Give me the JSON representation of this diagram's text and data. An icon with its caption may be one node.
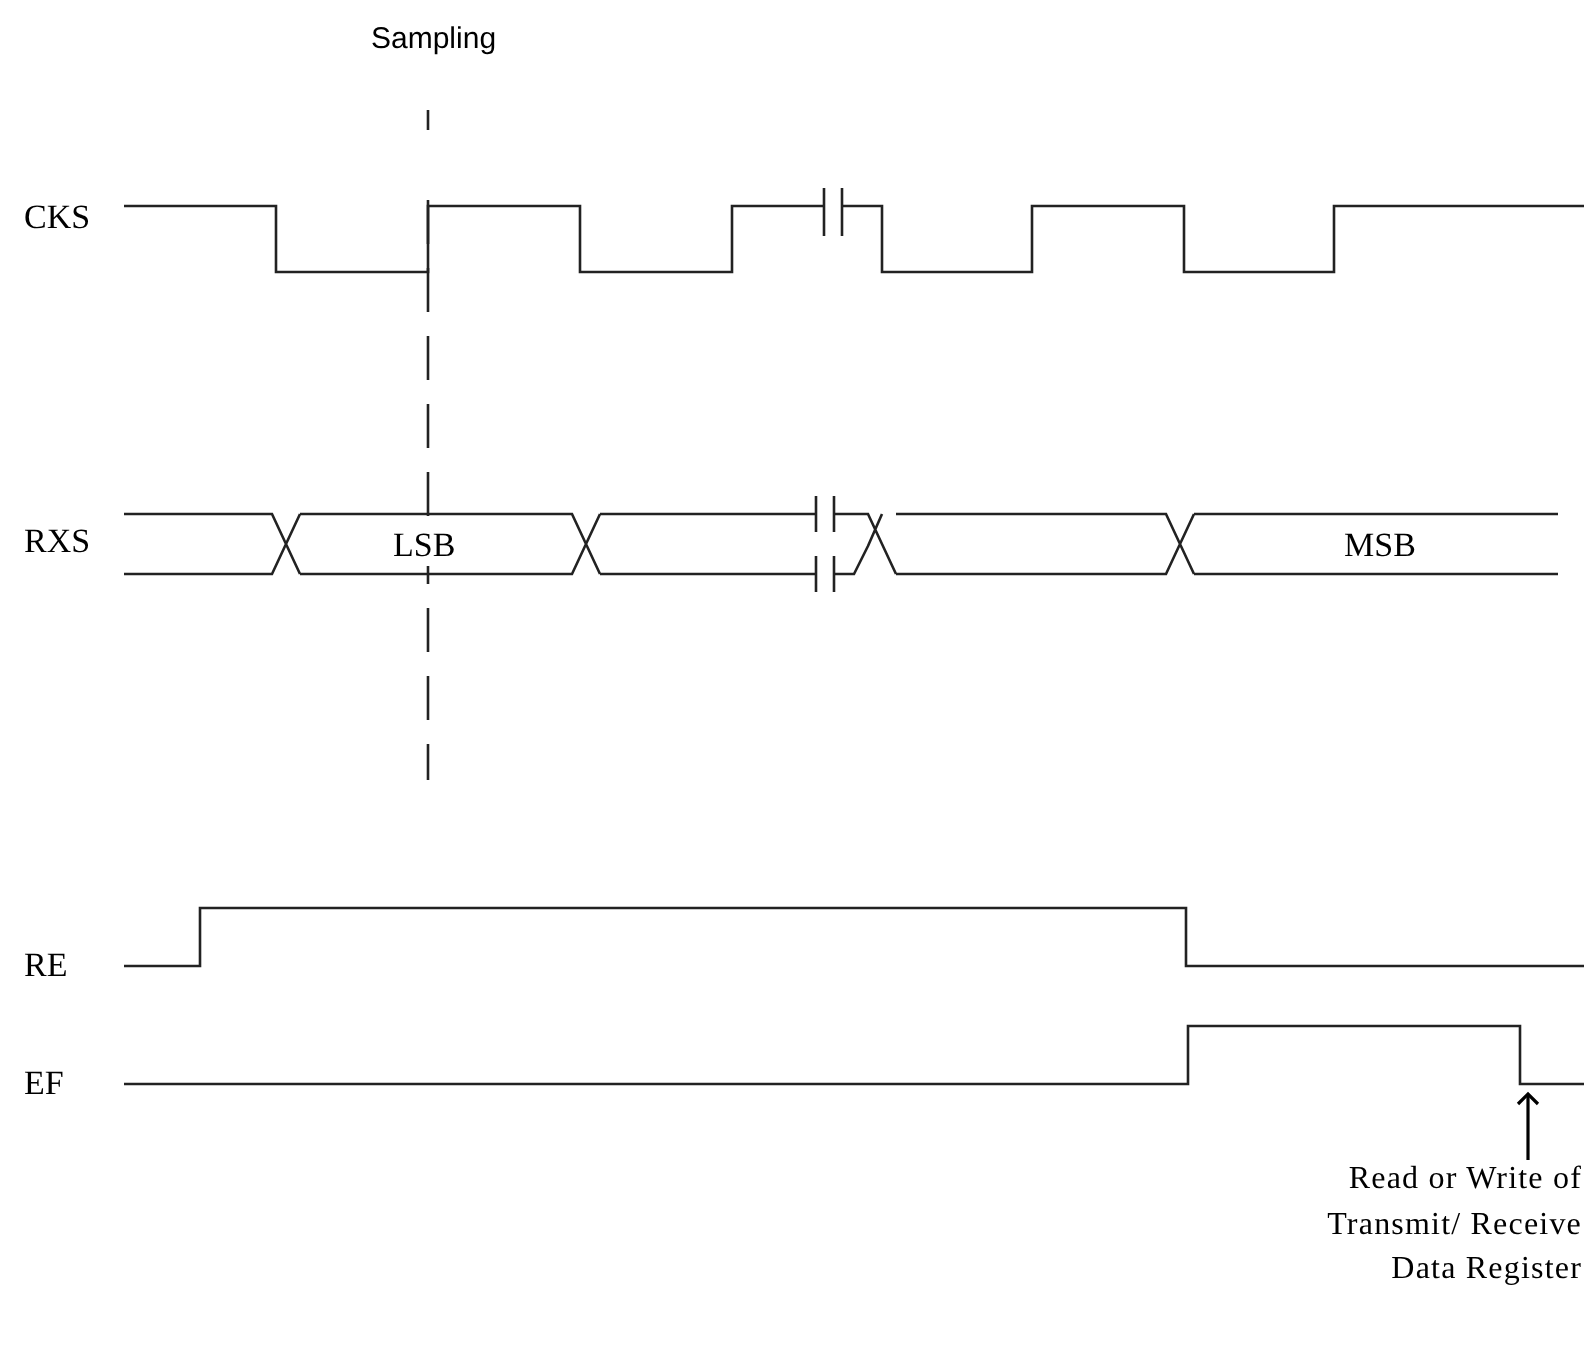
{
  "diagram": {
    "nodes": [
      {
        "text": [
          "Read or Write of Transmit/ Receive Data Register"
        ]
      },
      {
        "text": [],
        "shape": "picture"
      }
    ],
    "edges": [
      {
        "from": 0,
        "to": 1,
        "arrow": "to"
      }
    ],
    "labels": [
      "Sampling",
      "CKS",
      "RXS",
      "LSB",
      "MSB",
      "RE",
      "EF"
    ]
  }
}
